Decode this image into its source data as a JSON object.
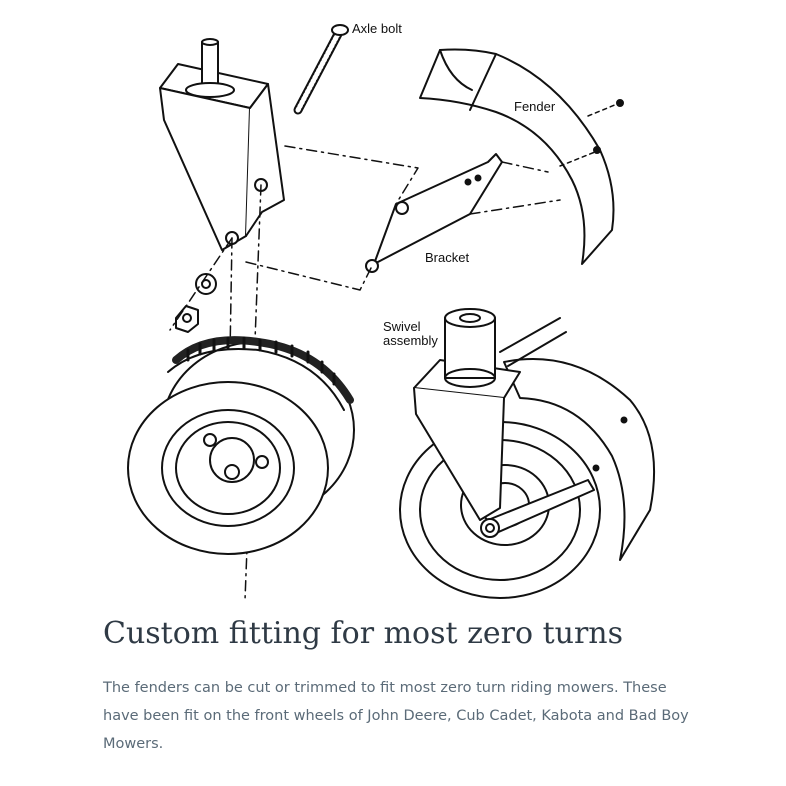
{
  "diagram": {
    "labels": {
      "axle_bolt": "Axle bolt",
      "fender": "Fender",
      "bracket": "Bracket",
      "swivel_line1": "Swivel",
      "swivel_line2": "assembly"
    }
  },
  "heading": "Custom fitting for most zero turns",
  "description": "The fenders can be cut or trimmed to fit most zero turn riding mowers. These have been fit on the front wheels of John Deere, Cub Cadet, Kabota and Bad Boy Mowers.",
  "colors": {
    "heading": "#2f3a45",
    "body_text": "#5b6b78",
    "line_art": "#111111"
  }
}
